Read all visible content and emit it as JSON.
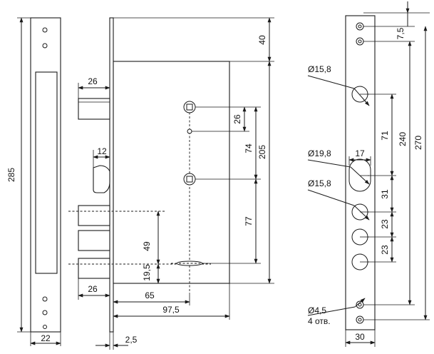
{
  "dimensions": {
    "faceplate_height": "285",
    "faceplate_width": "22",
    "bolt_length": "26",
    "latch_width": "12",
    "bolt_length_bottom": "26",
    "pitch_49": "49",
    "bottom_offset": "19,5",
    "backset": "65",
    "case_depth": "97,5",
    "plate_thickness": "2,5",
    "top_offset": "40",
    "spindle_to_handle": "26",
    "spindle_to_cylinder": "74",
    "case_height": "205",
    "cylinder_to_bottom": "77"
  },
  "strike_plate": {
    "dia_large_top": "Ø15,8",
    "dia_latch": "Ø19,8",
    "dia_bolt": "Ø15,8",
    "dia_screw": "Ø4,5",
    "screw_count": "4 отв.",
    "top_offset": "7,5",
    "latch_width": "17",
    "dim_71": "71",
    "dim_31": "31",
    "dim_23a": "23",
    "dim_23b": "23",
    "dim_240": "240",
    "dim_270": "270",
    "width": "30"
  }
}
